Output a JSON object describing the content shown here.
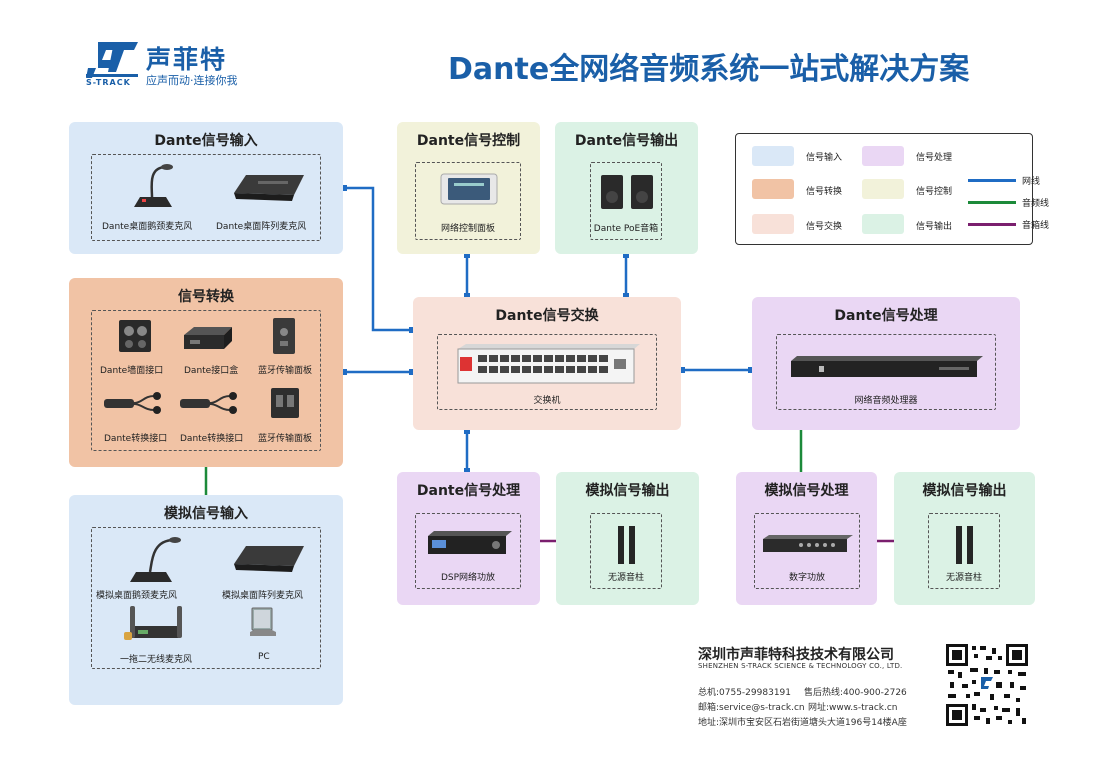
{
  "header": {
    "brand_cn": "声菲特",
    "brand_en": "S-TRACK",
    "slogan": "应声而动·连接你我",
    "title": "Dante全网络音频系统一站式解决方案"
  },
  "panels": {
    "dante_input": {
      "title": "Dante信号输入",
      "devices": [
        "Dante桌面鹅颈麦克风",
        "Dante桌面阵列麦克风"
      ]
    },
    "signal_convert": {
      "title": "信号转换",
      "devices": [
        "Dante墙面接口",
        "Dante接口盒",
        "蓝牙传输面板",
        "Dante转换接口",
        "Dante转换接口",
        "蓝牙传输面板"
      ]
    },
    "analog_input": {
      "title": "模拟信号输入",
      "devices": [
        "模拟桌面鹅颈麦克风",
        "模拟桌面阵列麦克风",
        "一拖二无线麦克风",
        "PC"
      ]
    },
    "dante_control": {
      "title": "Dante信号控制",
      "devices": [
        "网络控制面板"
      ]
    },
    "dante_output": {
      "title": "Dante信号输出",
      "devices": [
        "Dante PoE音箱"
      ]
    },
    "dante_switch": {
      "title": "Dante信号交换",
      "devices": [
        "交换机"
      ]
    },
    "dante_process_right": {
      "title": "Dante信号处理",
      "devices": [
        "网络音频处理器"
      ]
    },
    "dante_process_bottom": {
      "title": "Dante信号处理",
      "devices": [
        "DSP网络功放"
      ]
    },
    "analog_output_1": {
      "title": "模拟信号输出",
      "devices": [
        "无源音柱"
      ]
    },
    "analog_process": {
      "title": "模拟信号处理",
      "devices": [
        "数字功放"
      ]
    },
    "analog_output_2": {
      "title": "模拟信号输出",
      "devices": [
        "无源音柱"
      ]
    }
  },
  "legend": {
    "swatches": [
      {
        "label": "信号输入",
        "color": "#dae8f7"
      },
      {
        "label": "信号处理",
        "color": "#ead7f4"
      },
      {
        "label": "信号转换",
        "color": "#f1c3a5"
      },
      {
        "label": "信号控制",
        "color": "#f2f2da"
      },
      {
        "label": "信号交换",
        "color": "#f8e1d9"
      },
      {
        "label": "信号输出",
        "color": "#dbf2e5"
      }
    ],
    "lines": [
      {
        "label": "网线",
        "color": "#1f6cc4"
      },
      {
        "label": "音频线",
        "color": "#1c8a3a"
      },
      {
        "label": "音箱线",
        "color": "#7a1f6e"
      }
    ]
  },
  "footer": {
    "company_cn": "深圳市声菲特科技技术有限公司",
    "company_en": "SHENZHEN S-TRACK SCIENCE & TECHNOLOGY CO., LTD.",
    "phone": "总机:0755-29983191",
    "hotline": "售后热线:400-900-2726",
    "email": "邮箱:service@s-track.cn",
    "website": "网址:www.s-track.cn",
    "address": "地址:深圳市宝安区石岩街道塘头大道196号14楼A座"
  },
  "colors": {
    "brand": "#1a5fa8",
    "network": "#1f6cc4",
    "audio": "#1c8a3a",
    "speaker": "#7a1f6e"
  }
}
